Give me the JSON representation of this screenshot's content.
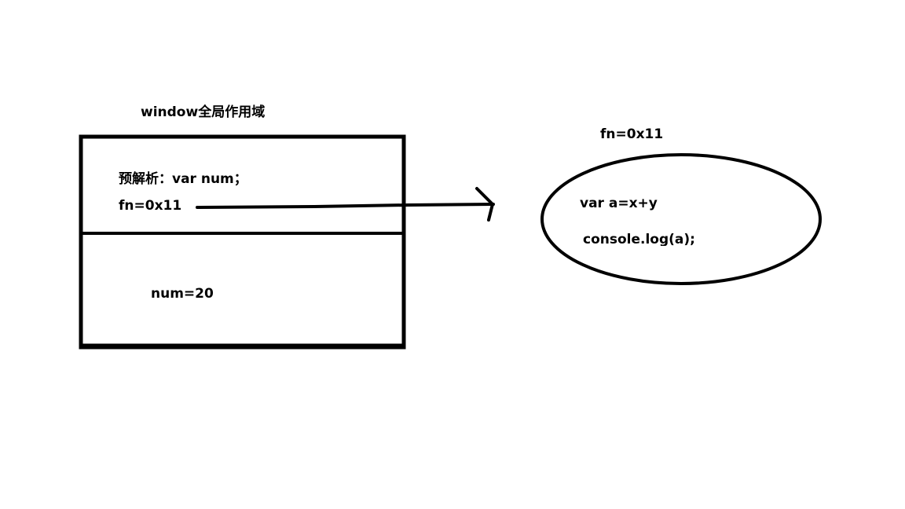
{
  "window_scope": {
    "title": "window全局作用域",
    "pre_parse_text": "预解析：var num；",
    "fn_declaration": "fn=0x11",
    "assignment_text": "num=20"
  },
  "function_scope": {
    "address_label": "fn=0x11",
    "code_lines": [
      "var a=x+y",
      "console.log(a);"
    ]
  },
  "colors": {
    "stroke": "#000000",
    "background": "#ffffff"
  }
}
